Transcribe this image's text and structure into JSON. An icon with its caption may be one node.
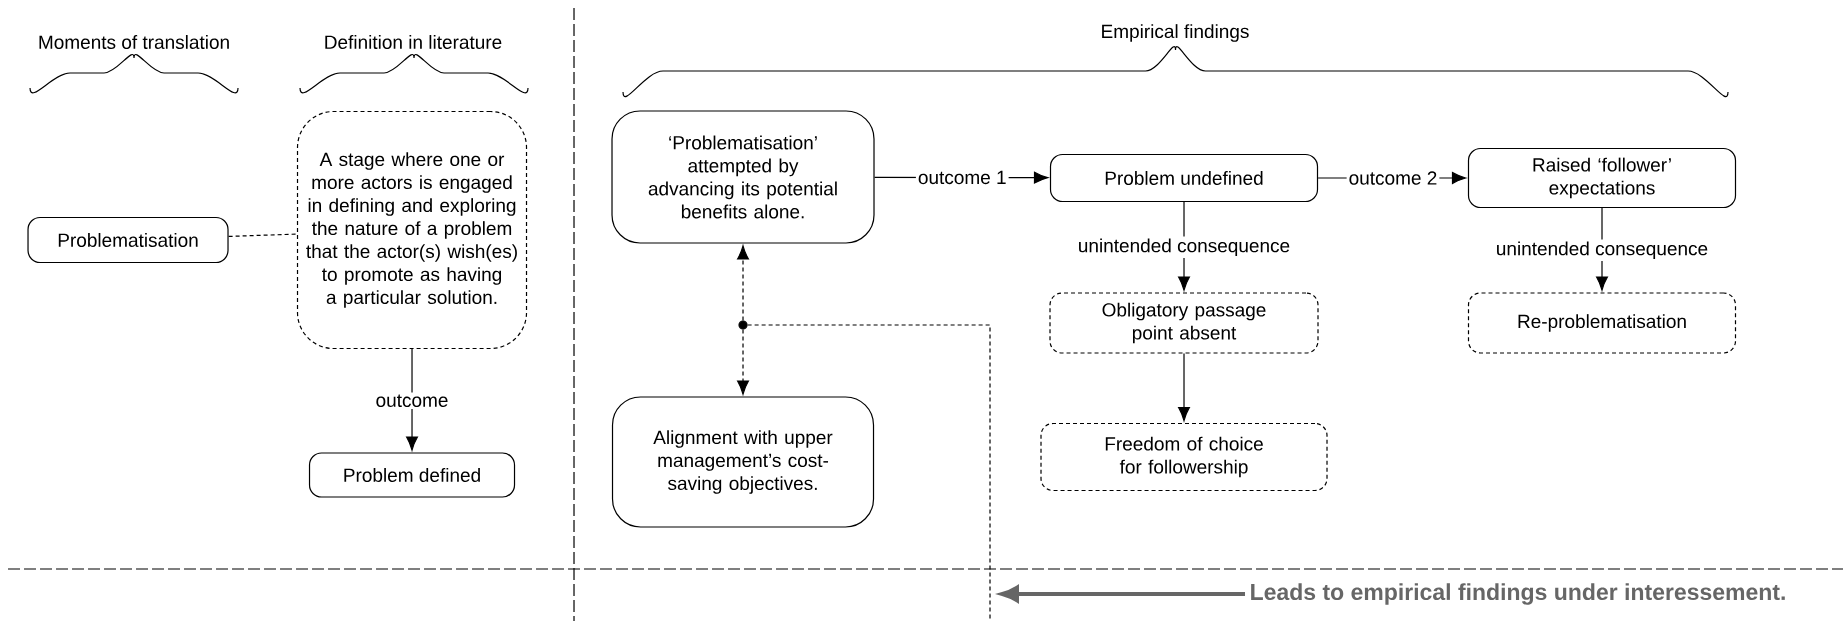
{
  "diagram": {
    "nodes": [
      {
        "text": [
          "Problematisation"
        ]
      },
      {
        "text": [
          "A stage where one or more actors is engaged in defining and exploring the nature of a problem that the actor(s) wish(es) to promote as having a particular solution."
        ]
      },
      {
        "text": [
          "Problem defined"
        ]
      },
      {
        "text": [
          "‘Problematisation’ attempted by advancing its potential benefits alone."
        ]
      },
      {
        "text": [],
        "shape": "circle"
      },
      {
        "text": [
          "Alignment with upper management’s cost-saving objectives."
        ]
      },
      {
        "text": [
          "Problem undefined"
        ]
      },
      {
        "text": [
          "Raised ‘follower’ expectations"
        ]
      },
      {
        "text": [
          "Obligatory passage point absent"
        ]
      },
      {
        "text": [
          "Re-problematisation"
        ]
      },
      {
        "text": [
          "Freedom of choice for followership"
        ]
      },
      {
        "text": [
          "Leads to empirical findings under interessement."
        ]
      }
    ],
    "edges": [
      {
        "from": 0,
        "to": 1,
        "arrow": "none",
        "style": "dashed"
      },
      {
        "from": 1,
        "to": 2,
        "arrow": "to",
        "label": "outcome"
      },
      {
        "from": 4,
        "to": 3,
        "arrow": "to",
        "style": "dashed"
      },
      {
        "from": 4,
        "to": 5,
        "arrow": "to",
        "style": "dashed"
      },
      {
        "from": 4,
        "to": null,
        "arrow": "none",
        "style": "dashed"
      },
      {
        "from": 3,
        "to": 6,
        "arrow": "to",
        "label": "outcome 1"
      },
      {
        "from": 6,
        "to": 7,
        "arrow": "to",
        "label": "outcome 2"
      },
      {
        "from": 6,
        "to": 8,
        "arrow": "to",
        "label": "unintended consequence"
      },
      {
        "from": 7,
        "to": 9,
        "arrow": "to",
        "label": "unintended consequence"
      },
      {
        "from": 8,
        "to": 10,
        "arrow": "to"
      },
      {
        "from": 11,
        "to": null,
        "arrow": "to",
        "style": "thick",
        "color": "#666666"
      }
    ],
    "labels": [
      "Moments of translation",
      "Definition in literature",
      "Empirical findings"
    ]
  }
}
